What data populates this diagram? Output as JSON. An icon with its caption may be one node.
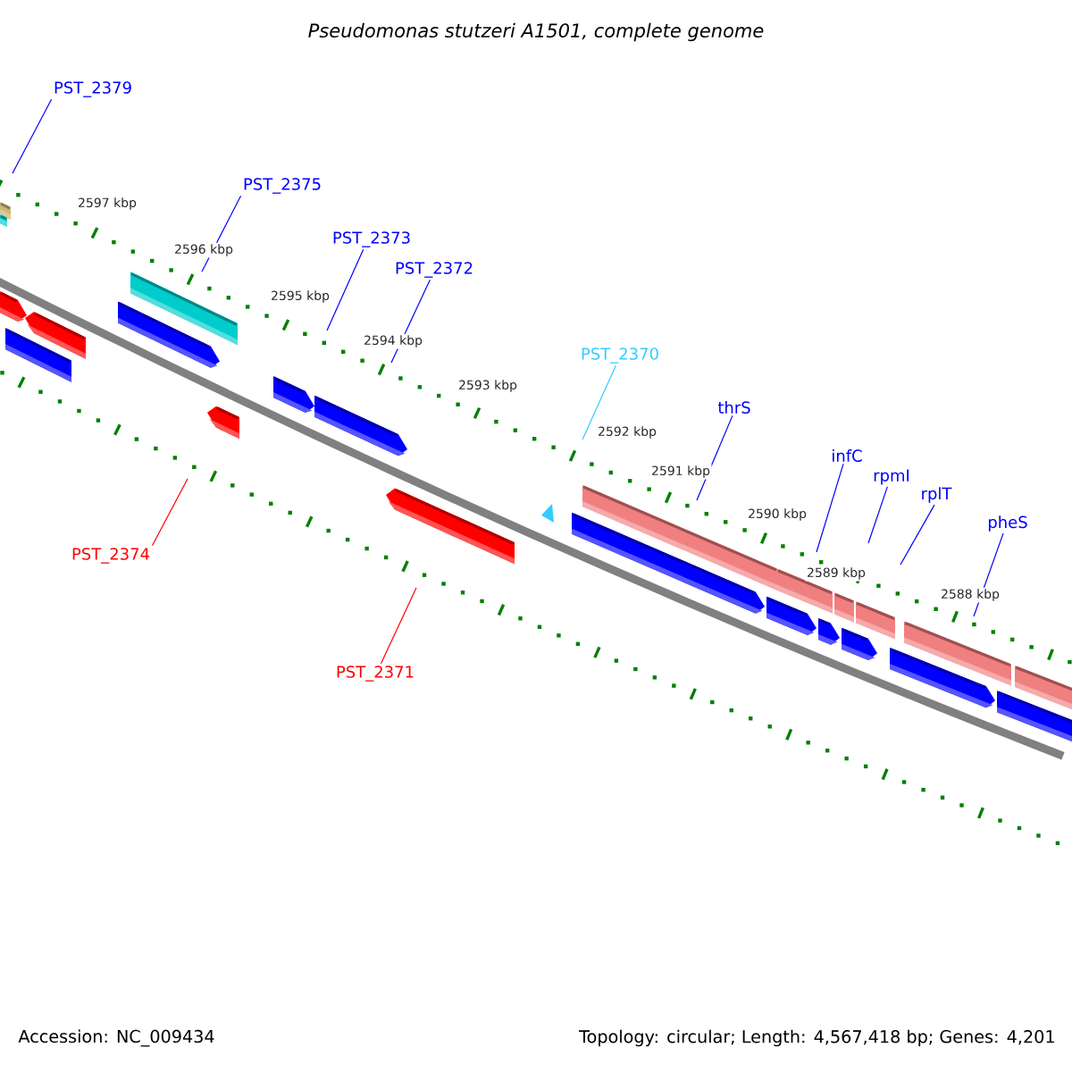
{
  "diagram": {
    "title": "Pseudomonas stutzeri A1501, complete genome",
    "nodes": [
      {
        "text": [
          "PST_2379"
        ]
      },
      {
        "text": [
          "PST_2375"
        ]
      },
      {
        "text": [
          "PST_2373"
        ]
      },
      {
        "text": [
          "PST_2372"
        ]
      },
      {
        "text": [
          "PST_2370"
        ]
      },
      {
        "text": [
          "thrS"
        ]
      },
      {
        "text": [
          "infC"
        ]
      },
      {
        "text": [
          "rpmI"
        ]
      },
      {
        "text": [
          "rplT"
        ]
      },
      {
        "text": [
          "pheS"
        ]
      },
      {
        "text": [
          "PST_2374"
        ]
      },
      {
        "text": [
          "PST_2371"
        ]
      }
    ],
    "edges": [
      {
        "from": 0,
        "to": null,
        "arrow": "none"
      },
      {
        "from": 1,
        "to": null,
        "arrow": "none"
      },
      {
        "from": 2,
        "to": null,
        "arrow": "none"
      },
      {
        "from": 3,
        "to": null,
        "arrow": "none"
      },
      {
        "from": 4,
        "to": null,
        "arrow": "none",
        "color": "#33ccff"
      },
      {
        "from": 5,
        "to": null,
        "arrow": "none"
      },
      {
        "from": 6,
        "to": null,
        "arrow": "none"
      },
      {
        "from": 7,
        "to": null,
        "arrow": "none"
      },
      {
        "from": 8,
        "to": null,
        "arrow": "none"
      },
      {
        "from": 9,
        "to": null,
        "arrow": "none"
      },
      {
        "from": 10,
        "to": null,
        "arrow": "none",
        "color": "#ff0000"
      },
      {
        "from": 11,
        "to": null,
        "arrow": "none",
        "color": "#ff0000"
      }
    ],
    "labels": [
      "2597 kbp",
      "2596 kbp",
      "2595 kbp",
      "2594 kbp",
      "2593 kbp",
      "2592 kbp",
      "2591 kbp",
      "2590 kbp",
      "2589 kbp",
      "2588 kbp",
      "Accession: NC_009434",
      "Topology: circular; Length: 4,567,418 bp; Genes: 4,201"
    ]
  }
}
